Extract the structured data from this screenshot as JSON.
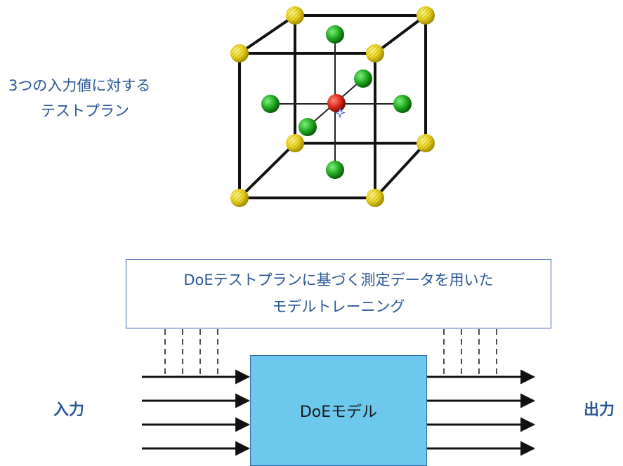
{
  "caption": {
    "line1": "3つの入力値に対する",
    "line2": "テストプラン"
  },
  "training": {
    "line1": "DoEテストプランに基づく測定データを用いた",
    "line2": "モデルトレーニング"
  },
  "model": {
    "label": "DoEモデル"
  },
  "io": {
    "input_label": "入力",
    "output_label": "出力"
  },
  "colors": {
    "corner_points": "#e8d21a",
    "face_points": "#1fa81f",
    "center_point": "#d8261a",
    "model_fill": "#6dc8ee",
    "text_blue": "#2b5797"
  }
}
